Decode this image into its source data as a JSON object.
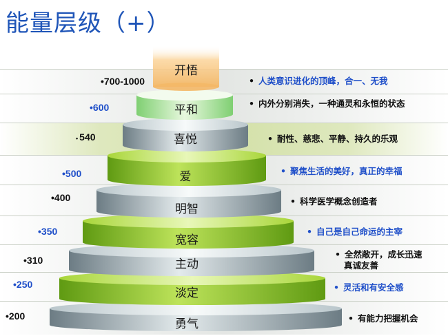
{
  "title": "能量层级（+）",
  "levels": [
    {
      "label": "开悟",
      "value": "700-1000",
      "desc": "人类意识进化的顶峰，合一、无我",
      "desc2": ""
    },
    {
      "label": "平和",
      "value": "600",
      "desc": "内外分别消失，一种通灵和永恒的状态",
      "desc2": ""
    },
    {
      "label": "喜悦",
      "value": "540",
      "desc": "耐性、慈悲、平静、持久的乐观",
      "desc2": ""
    },
    {
      "label": "爱",
      "value": "500",
      "desc": "聚焦生活的美好，真正的幸福",
      "desc2": ""
    },
    {
      "label": "明智",
      "value": "400",
      "desc": "科学医学概念创造者",
      "desc2": ""
    },
    {
      "label": "宽容",
      "value": "350",
      "desc": "自己是自己命运的主宰",
      "desc2": ""
    },
    {
      "label": "主动",
      "value": "310",
      "desc": "全然敞开，成长迅速",
      "desc2": "真诚友善"
    },
    {
      "label": "淡定",
      "value": "250",
      "desc": "灵活和有安全感",
      "desc2": ""
    },
    {
      "label": "勇气",
      "value": "200",
      "desc": "有能力把握机会",
      "desc2": ""
    }
  ],
  "colors": {
    "title": "#1f55b8",
    "blue_text": "#1f4fc9",
    "green_tier": "#8cc21e",
    "gray_tier": "#9aa8ae",
    "top_glow": "#f6c37a"
  }
}
